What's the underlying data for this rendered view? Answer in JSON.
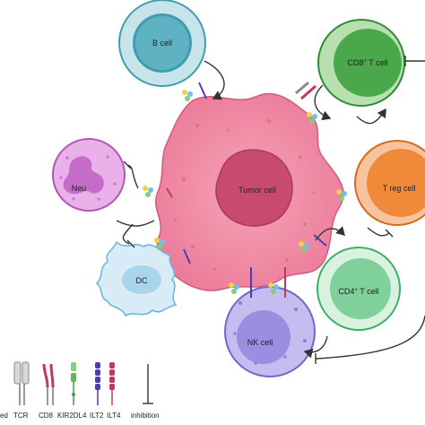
{
  "cells": {
    "tumor": "Tumor cell",
    "b_cell": "B cell",
    "cd8": {
      "base": "CD8",
      "sup": "+",
      "rest": " T cell"
    },
    "treg": "T reg cell",
    "cd4": {
      "base": "CD4",
      "sup": "+",
      "rest": " T cell"
    },
    "nk": "NK cell",
    "dc": "DC",
    "neu": "Neu"
  },
  "legend": {
    "items": [
      "ed",
      "TCR",
      "CD8",
      "KIR2DL4",
      "ILT2",
      "ILT4",
      "inhibition"
    ]
  },
  "colors": {
    "tumor": "#ec7d9b",
    "b_cell": "#3f9db0",
    "cd8": "#4aa84a",
    "treg": "#f08a3a",
    "cd4": "#5cc27a",
    "nk": "#9b8de0",
    "neu": "#c56bc8",
    "dc": "#a8d4ec"
  }
}
